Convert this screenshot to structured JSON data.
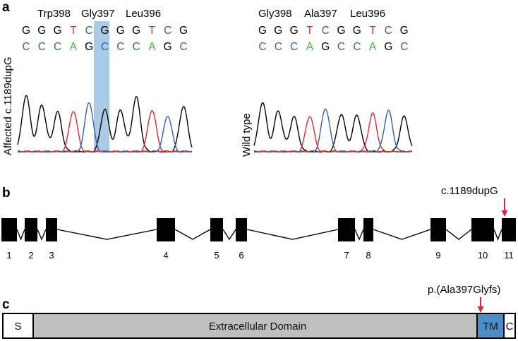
{
  "colors": {
    "base_G": "#000000",
    "base_T": "#e8262d",
    "base_C": "#2f5fbf",
    "base_A": "#3fb63c",
    "highlight": "#8fb8d9",
    "mutation_arrow": "#e0233e",
    "exon": "#000000",
    "extracellular_domain": "#bfbfbf",
    "tm_domain": "#4a8dc9",
    "trace_red": "#e03030"
  },
  "panel_a": {
    "label": "a",
    "affected": {
      "side_label": "Affected c.1189dupG",
      "codons": [
        "Trp398",
        "Gly397",
        "Leu396"
      ],
      "forward": [
        "G",
        "G",
        "G",
        "T",
        "C",
        "G",
        "G",
        "G",
        "T",
        "C",
        "G"
      ],
      "complement": [
        "C",
        "C",
        "C",
        "A",
        "G",
        "C",
        "C",
        "C",
        "A",
        "G",
        "C"
      ],
      "highlight_index": 5,
      "trace_icon": "sequencing-chromatogram"
    },
    "wild_type": {
      "side_label": "Wild type",
      "codons": [
        "Gly398",
        "Ala397",
        "Leu396"
      ],
      "forward": [
        "G",
        "G",
        "G",
        "T",
        "C",
        "G",
        "G",
        "T",
        "C",
        "G"
      ],
      "complement": [
        "C",
        "C",
        "C",
        "A",
        "G",
        "C",
        "C",
        "A",
        "G",
        "C"
      ],
      "trace_icon": "sequencing-chromatogram"
    }
  },
  "panel_b": {
    "label": "b",
    "exons": [
      "1",
      "2",
      "3",
      "4",
      "5",
      "6",
      "7",
      "8",
      "9",
      "10",
      "11"
    ],
    "mutation": "c.1189dupG",
    "mutation_exon": "11"
  },
  "panel_c": {
    "label": "c",
    "domains": [
      "S",
      "Extracellular Domain",
      "TM",
      "C"
    ],
    "mutation": "p.(Ala397Glyfs)",
    "mutation_domain": "TM"
  }
}
